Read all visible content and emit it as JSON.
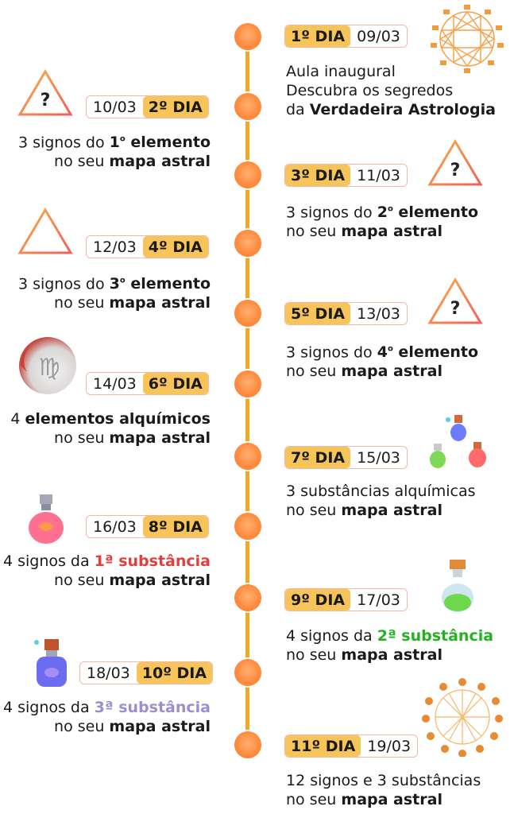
{
  "days": [
    {
      "day": "1º DIA",
      "date": "09/03",
      "line1": "Aula inaugural",
      "line2": "Descubra os segredos",
      "line3_pre": "da ",
      "line3_bold": "Verdadeira Astrologia"
    },
    {
      "day": "2º DIA",
      "date": "10/03",
      "pre": "3 signos do ",
      "sup": "1",
      "sup_mark": "o",
      "bold": " elemento",
      "line2_pre": "no seu ",
      "line2_bold": "mapa astral"
    },
    {
      "day": "3º DIA",
      "date": "11/03",
      "pre": "3 signos do ",
      "sup": "2",
      "sup_mark": "o",
      "bold": " elemento",
      "line2_pre": "no seu ",
      "line2_bold": "mapa astral"
    },
    {
      "day": "4º DIA",
      "date": "12/03",
      "pre": "3 signos do ",
      "sup": "3",
      "sup_mark": "o",
      "bold": " elemento",
      "line2_pre": "no seu ",
      "line2_bold": "mapa astral"
    },
    {
      "day": "5º DIA",
      "date": "13/03",
      "pre": "3 signos do ",
      "sup": "4",
      "sup_mark": "o",
      "bold": " elemento",
      "line2_pre": "no seu ",
      "line2_bold": "mapa astral"
    },
    {
      "day": "6º DIA",
      "date": "14/03",
      "pre": "4 ",
      "bold": "elementos alquímicos",
      "line2_pre": "no seu ",
      "line2_bold": "mapa astral"
    },
    {
      "day": "7º DIA",
      "date": "15/03",
      "pre": "3 substâncias alquímicas",
      "line2_pre": "no seu ",
      "line2_bold": "mapa astral"
    },
    {
      "day": "8º DIA",
      "date": "16/03",
      "pre": "4 signos da ",
      "colored": "1ª substância",
      "line2_pre": "no seu ",
      "line2_bold": "mapa astral"
    },
    {
      "day": "9º DIA",
      "date": "17/03",
      "pre": "4 signos da ",
      "colored": "2ª substância",
      "line2_pre": "no seu ",
      "line2_bold": "mapa astral"
    },
    {
      "day": "10º DIA",
      "date": "18/03",
      "pre": "4 signos da ",
      "colored": "3ª substância",
      "line2_pre": "no seu ",
      "line2_bold": "mapa astral"
    },
    {
      "day": "11º DIA",
      "date": "19/03",
      "pre": "12 signos e 3 substâncias",
      "line2_pre": "no seu ",
      "line2_bold": "mapa astral"
    }
  ],
  "icons": {
    "question_mark": "?",
    "virgo_symbol": "♍"
  },
  "colors": {
    "timeline": "#f5a623",
    "dot": "#ff8a3d",
    "day_badge": "#f7c45a",
    "substance1": "#e53c3c",
    "substance2": "#23b320",
    "substance3": "#9b8fd4"
  }
}
